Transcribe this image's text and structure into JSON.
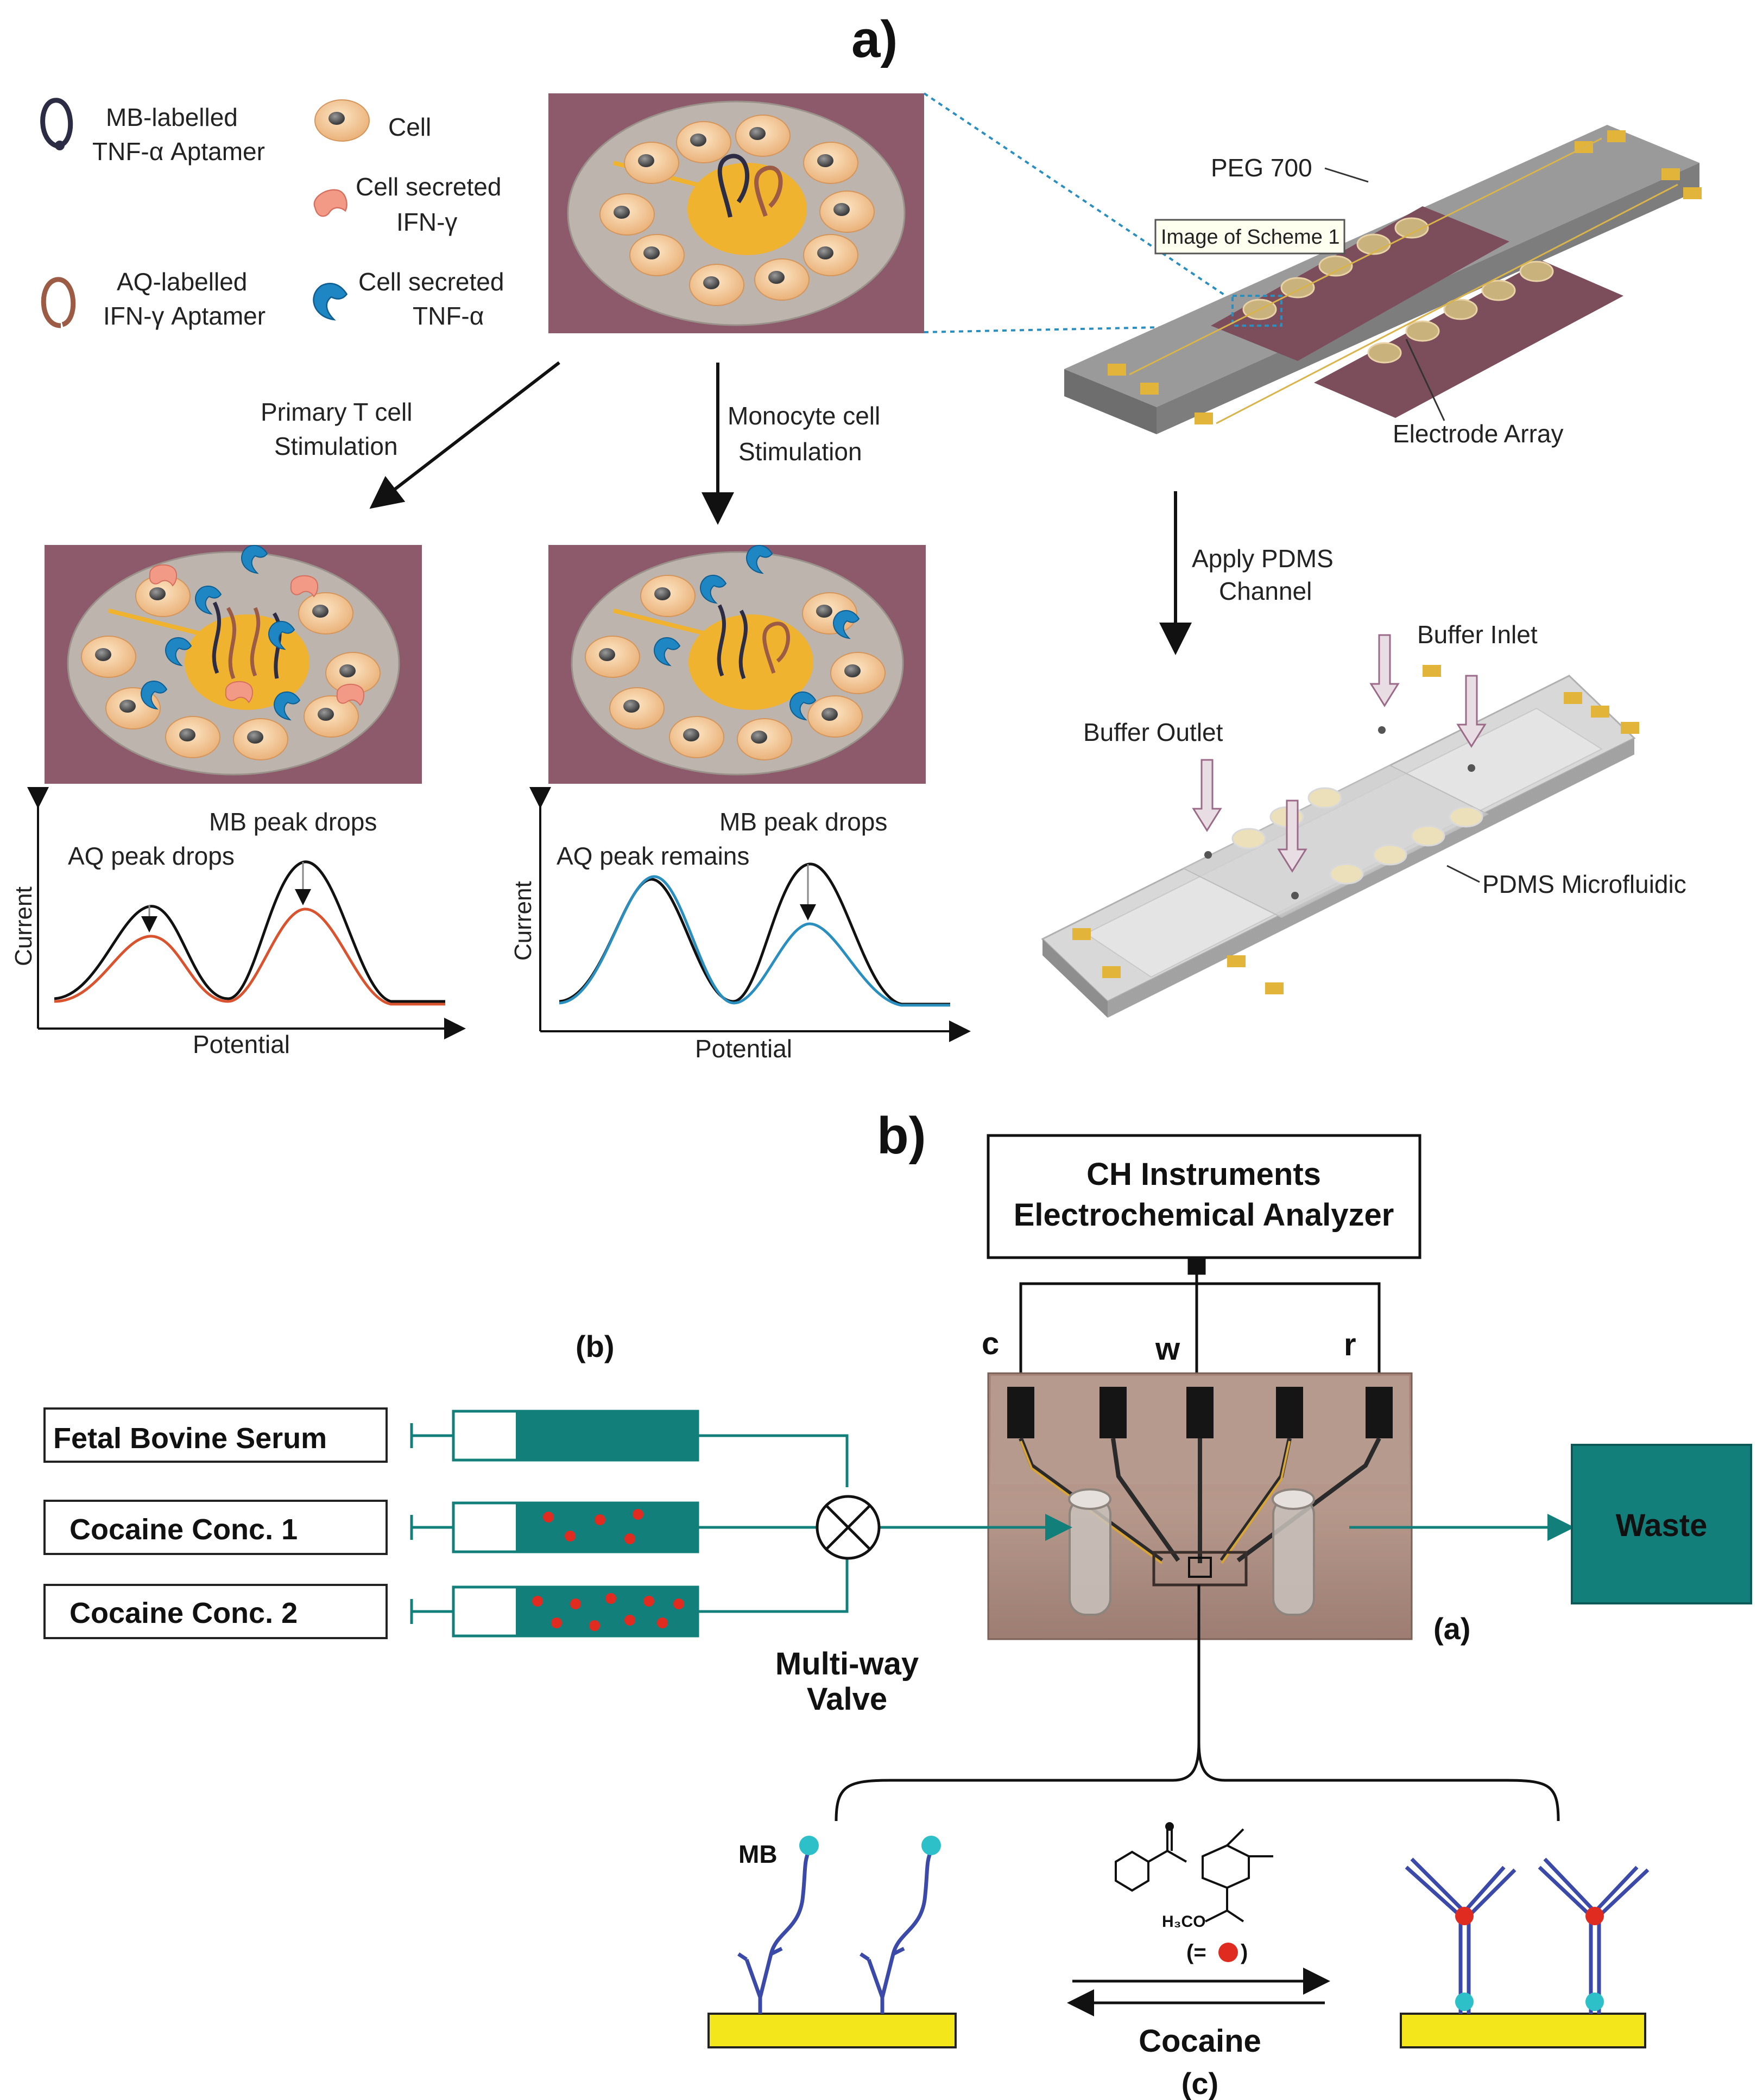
{
  "panel_a": {
    "label": "a)",
    "legend": {
      "mb_aptamer": [
        "MB-labelled",
        "TNF-α Aptamer"
      ],
      "cell": "Cell",
      "ifn_secreted": [
        "Cell secreted",
        "IFN-γ"
      ],
      "aq_aptamer": [
        "AQ-labelled",
        "IFN-γ Aptamer"
      ],
      "tnf_secreted": [
        "Cell secreted",
        "TNF-α"
      ]
    },
    "arrow_left": [
      "Primary T cell",
      "Stimulation"
    ],
    "arrow_mid": [
      "Monocyte cell",
      "Stimulation"
    ],
    "chip": {
      "peg": "PEG 700",
      "tooltip": "Image of Scheme 1",
      "electrode": "Electrode Array"
    },
    "apply": [
      "Apply PDMS",
      "Channel"
    ],
    "microfluidic": {
      "inlet": "Buffer Inlet",
      "outlet": "Buffer Outlet",
      "pdms": "PDMS Microfluidic"
    },
    "graph_left": {
      "aq": "AQ peak drops",
      "mb": "MB peak drops",
      "ylabel": "Current",
      "xlabel": "Potential"
    },
    "graph_right": {
      "aq": "AQ peak remains",
      "mb": "MB peak drops",
      "ylabel": "Current",
      "xlabel": "Potential"
    },
    "colors": {
      "mat": "#8c5a6b",
      "disk": "#bdb5ad",
      "electrode": "#f0b330",
      "cell": "#f6d3a8",
      "ifn": "#f39a86",
      "tnf": "#1f86c4",
      "red_trace": "#d9532f",
      "blue_trace": "#2a8fbf"
    }
  },
  "panel_b": {
    "label": "b)",
    "analyzer": [
      "CH Instruments",
      "Electrochemical Analyzer"
    ],
    "electrodes": {
      "c": "c",
      "w": "w",
      "r": "r"
    },
    "sub_b": "(b)",
    "sub_a": "(a)",
    "sub_c": "(c)",
    "syringes": [
      "Fetal Bovine Serum",
      "Cocaine Conc. 1",
      "Cocaine Conc. 2"
    ],
    "valve": [
      "Multi-way",
      "Valve"
    ],
    "waste": "Waste",
    "mb": "MB",
    "cocaine": "Cocaine",
    "h3co": "H₃CO",
    "equals": "(=",
    "colors": {
      "teal": "#137f7b",
      "gold": "#f3e61b",
      "aptamer": "#3b4aa8",
      "cocaine": "#e02b20",
      "mb": "#2dc0c8"
    }
  }
}
